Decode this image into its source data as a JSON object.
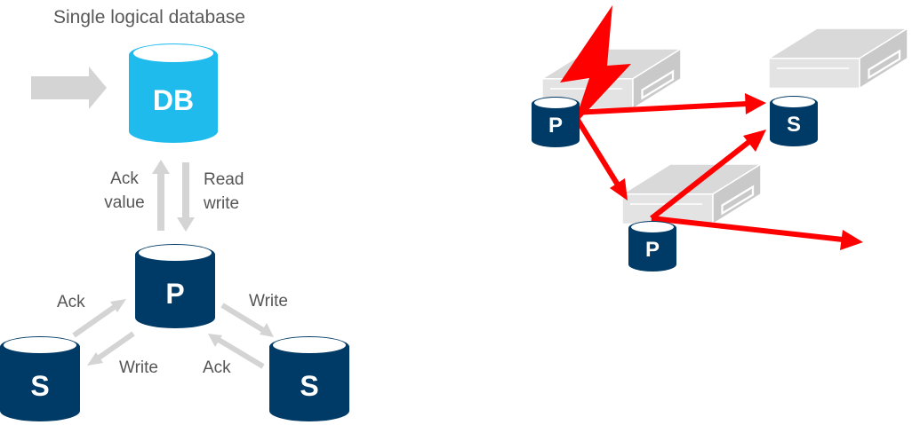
{
  "title": "Single logical database",
  "db_label": "DB",
  "primary_label": "P",
  "secondary_label": "S",
  "edges": {
    "ack_value": [
      "Ack",
      "value"
    ],
    "read_write": [
      "Read",
      "write"
    ],
    "ack_left": "Ack",
    "write_left": "Write",
    "write_right": "Write",
    "ack_right": "Ack"
  },
  "colors": {
    "db_light": "#1fbbed",
    "db_dark": "#003a66",
    "arrow_grey": "#d4d4d4",
    "failure_red": "#ff0000",
    "server_grey": "#d9d9d9"
  },
  "icons": [
    "lightning-icon",
    "server-icon"
  ]
}
